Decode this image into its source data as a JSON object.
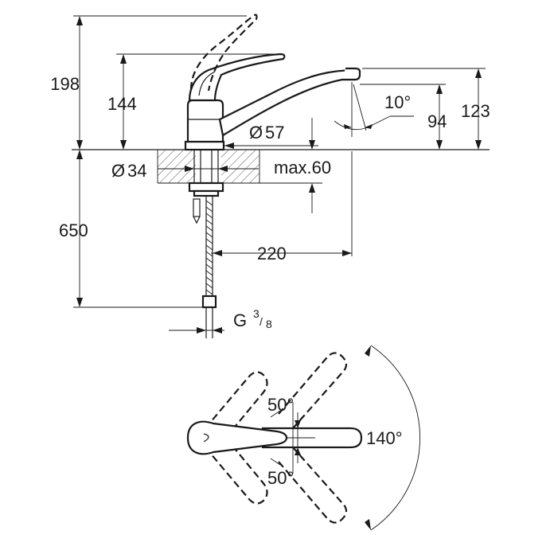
{
  "dimensions": {
    "height_total": "198",
    "height_lever": "144",
    "base_diameter": "57",
    "diameter_symbol": "Ø",
    "hole_diameter": "34",
    "spout_angle": "10°",
    "spout_outlet_height": "94",
    "spout_height": "123",
    "deck_thickness": "max.60",
    "hose_length": "650",
    "spout_reach": "220",
    "thread_letter": "G",
    "thread_num": "3",
    "thread_den": "8",
    "lever_angle_up": "50°",
    "lever_angle_down": "50°",
    "spout_swivel": "140°"
  }
}
